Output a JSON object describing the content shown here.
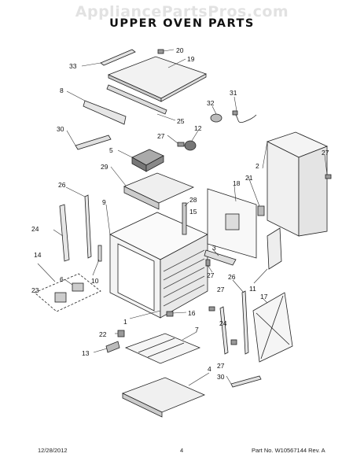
{
  "watermark": "AppliancePartsPros.com",
  "title": "UPPER OVEN PARTS",
  "footer": {
    "date": "12/28/2012",
    "page": "4",
    "part_number": "Part No. W10567144  Rev. A"
  },
  "callouts": {
    "c20": "20",
    "c19": "19",
    "c33": "33",
    "c8": "8",
    "c25": "25",
    "c31": "31",
    "c32": "32",
    "c12": "12",
    "c27a": "27",
    "c30a": "30",
    "c5": "5",
    "c2": "2",
    "c27b": "27",
    "c29": "29",
    "c21": "21",
    "c18": "18",
    "c26a": "26",
    "c9": "9",
    "c28": "28",
    "c15": "15",
    "c24a": "24",
    "c14": "14",
    "c3": "3",
    "c27c": "27",
    "c6": "6",
    "c23": "23",
    "c10": "10",
    "c26b": "26",
    "c11": "11",
    "c17": "17",
    "c27d": "27",
    "c1": "1",
    "c16": "16",
    "c24b": "24",
    "c22": "22",
    "c7": "7",
    "c13": "13",
    "c27e": "27",
    "c4": "4",
    "c30b": "30"
  }
}
